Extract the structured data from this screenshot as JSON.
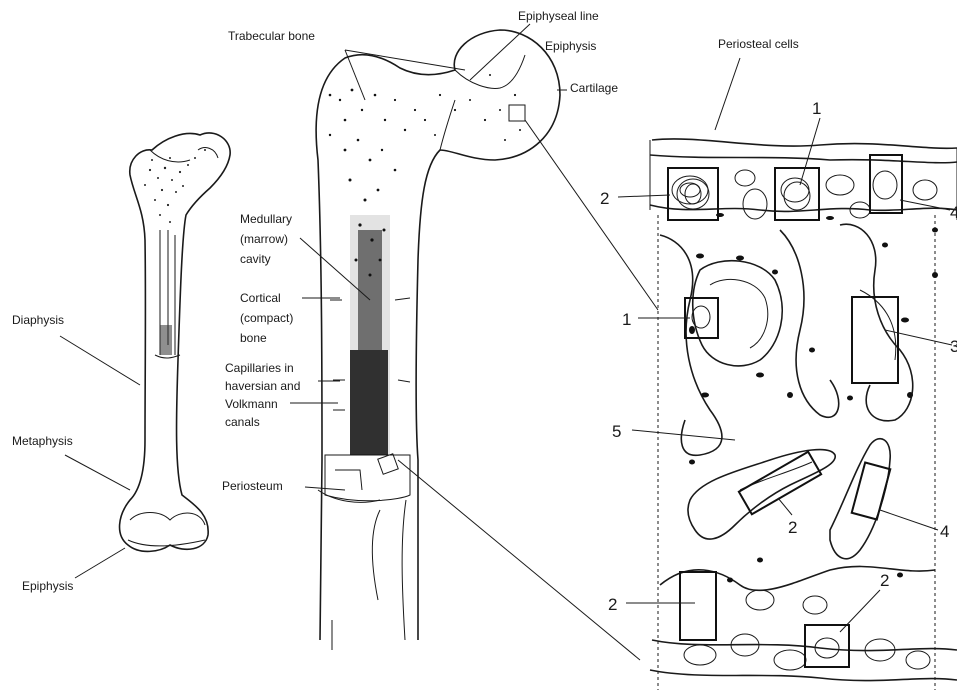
{
  "small_bone": {
    "diaphysis": "Diaphysis",
    "metaphysis": "Metaphysis",
    "epiphysis": "Epiphysis"
  },
  "large_bone": {
    "trabecular_bone": "Trabecular bone",
    "epiphyseal_line": "Epiphyseal line",
    "epiphysis": "Epiphysis",
    "cartilage": "Cartilage",
    "medullary": [
      "Medullary",
      "(marrow)",
      "cavity"
    ],
    "cortical": [
      "Cortical",
      "(compact)",
      "bone"
    ],
    "capillaries": [
      "Capillaries in",
      "haversian and",
      "Volkmann",
      "canals"
    ],
    "periosteum": "Periosteum"
  },
  "detail": {
    "periosteal_cells": "Periosteal cells",
    "markers": {
      "m1_top": "1",
      "m2_left": "2",
      "m4_right": "4",
      "m1_mid": "1",
      "m3_right": "3",
      "m5": "5",
      "m2_center": "2",
      "m4_lower": "4",
      "m2_bottom_left": "2",
      "m2_bottom": "2"
    }
  }
}
